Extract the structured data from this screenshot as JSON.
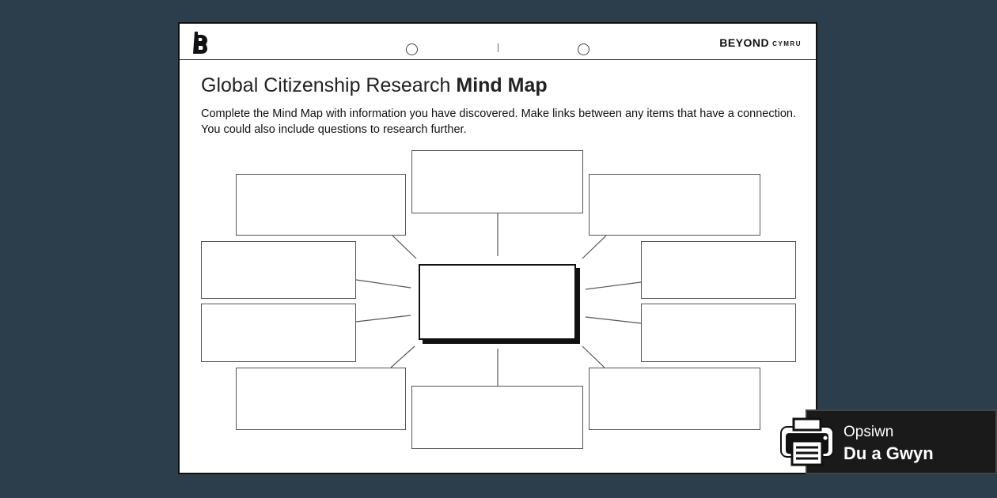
{
  "header": {
    "brand": "BEYOND",
    "brand_sub": "CYMRU"
  },
  "worksheet": {
    "title_light": "Global Citizenship Research",
    "title_bold": "Mind Map",
    "description": "Complete the Mind Map with information you have discovered. Make links between any items that have a connection. You could also include questions to research further."
  },
  "print_option": {
    "line1": "Opsiwn",
    "line2": "Du a Gwyn",
    "icon": "printer-icon"
  },
  "colors": {
    "background": "#2c3e4c",
    "sheet": "#ffffff",
    "button": "#1a1a1a"
  }
}
